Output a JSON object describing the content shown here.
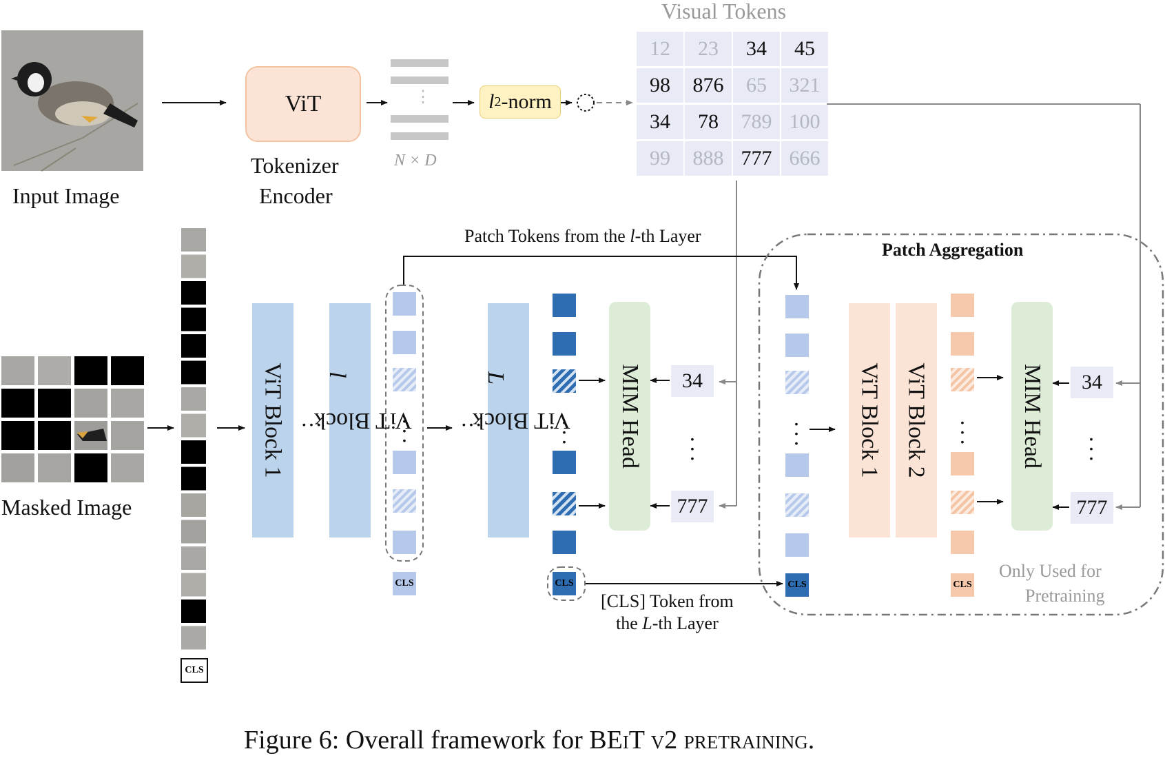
{
  "input_image": {
    "label": "Input Image"
  },
  "tokenizer": {
    "vit_label": "ViT",
    "caption": [
      "Tokenizer",
      "Encoder"
    ],
    "shape_label": "N × D",
    "ellipsis": "⋮",
    "norm_label": "-norm",
    "norm_symbol": "l",
    "norm_sub": "2"
  },
  "visual_tokens": {
    "title": "Visual Tokens",
    "grid": [
      [
        {
          "v": "12",
          "m": false
        },
        {
          "v": "23",
          "m": false
        },
        {
          "v": "34",
          "m": true
        },
        {
          "v": "45",
          "m": true
        }
      ],
      [
        {
          "v": "98",
          "m": true
        },
        {
          "v": "876",
          "m": true
        },
        {
          "v": "65",
          "m": false
        },
        {
          "v": "321",
          "m": false
        }
      ],
      [
        {
          "v": "34",
          "m": true
        },
        {
          "v": "78",
          "m": true
        },
        {
          "v": "789",
          "m": false
        },
        {
          "v": "100",
          "m": false
        }
      ],
      [
        {
          "v": "99",
          "m": false
        },
        {
          "v": "888",
          "m": false
        },
        {
          "v": "777",
          "m": true
        },
        {
          "v": "666",
          "m": false
        }
      ]
    ]
  },
  "masked_image": {
    "label": "Masked Image",
    "cls_label": "CLS"
  },
  "backbone": {
    "block1": "ViT Block 1",
    "blockl_prefix": "ViT Block ",
    "blockl_var": "l",
    "blockL_prefix": "ViT Block ",
    "blockL_var": "L",
    "dots": "···",
    "patch_tokens_label_prefix": "Patch Tokens from the ",
    "patch_tokens_label_var": "l",
    "patch_tokens_label_suffix": "-th Layer",
    "cls_label": "CLS",
    "cls_token_label_line1": "[CLS] Token from",
    "cls_token_label_line2_prefix": "the ",
    "cls_token_label_line2_var": "L",
    "cls_token_label_line2_suffix": "-th Layer"
  },
  "mim_head": {
    "label": "MIM Head",
    "target_top": "34",
    "target_bottom": "777",
    "dots": "⋮"
  },
  "patch_aggregation": {
    "title": "Patch Aggregation",
    "block1": "ViT Block 1",
    "block2": "ViT Block 2",
    "head_label": "MIM Head",
    "target_top": "34",
    "target_bottom": "777",
    "note_line1": "Only Used for",
    "note_line2": "Pretraining",
    "cls_label": "CLS"
  },
  "caption": {
    "prefix": "Figure 6: Overall framework for ",
    "beit": "BEiT",
    "suffix": " v2 pretraining."
  },
  "colors": {
    "vit_fill": "#fbe4d6",
    "vit_stroke": "#f3c3a2",
    "norm_fill": "#fff2c2",
    "vt_cell": "#e8ebf6",
    "light_blue": "#bcd3ec",
    "token_light": "#b7c9ea",
    "token_dark": "#2e6db2",
    "green": "#dcecd6",
    "orange_block": "#fbe4d6",
    "orange_token": "#f6c9ac",
    "gray_line": "#888888"
  }
}
